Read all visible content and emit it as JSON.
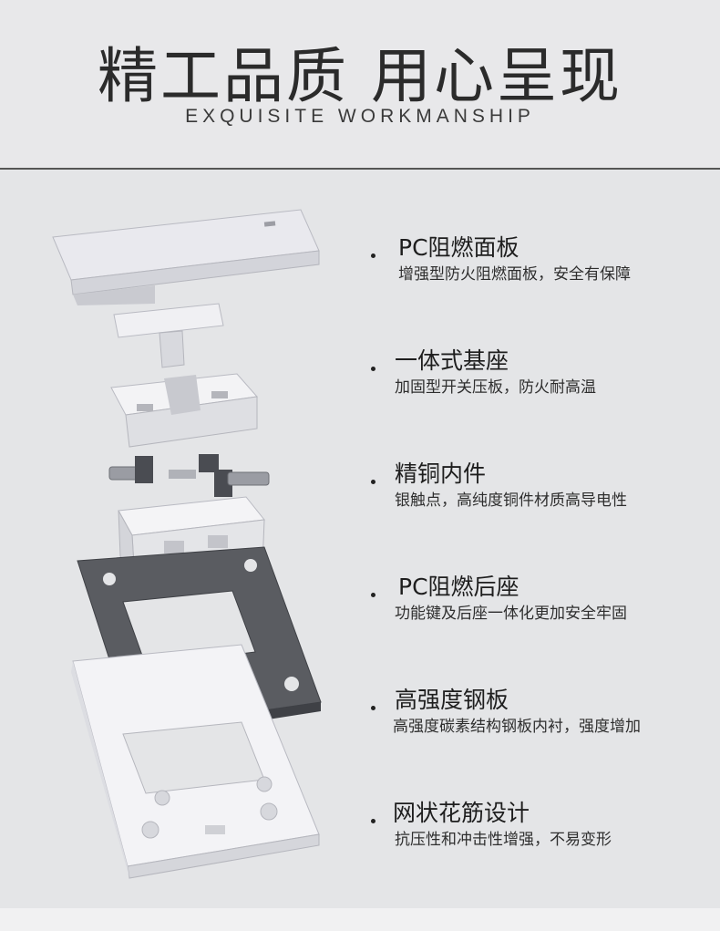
{
  "header": {
    "title": "精工品质 用心呈现",
    "subtitle": "EXQUISITE WORKMANSHIP"
  },
  "features": [
    {
      "title": "PC阻燃面板",
      "desc": "增强型防火阻燃面板，安全有保障"
    },
    {
      "title": "一体式基座",
      "desc": "加固型开关压板，防火耐高温"
    },
    {
      "title": "精铜内件",
      "desc": "银触点，高纯度铜件材质高导电性"
    },
    {
      "title": "PC阻燃后座",
      "desc": "功能键及后座一体化更加安全牢固"
    },
    {
      "title": "高强度钢板",
      "desc": "高强度碳素结构钢板内衬，强度增加"
    },
    {
      "title": "网状花筋设计",
      "desc": "抗压性和冲击性增强，不易变形"
    }
  ],
  "colors": {
    "background": "#e4e5e7",
    "plastic": "#f2f2f4",
    "steel": "#55575c",
    "copper": "#9a9ca3"
  }
}
